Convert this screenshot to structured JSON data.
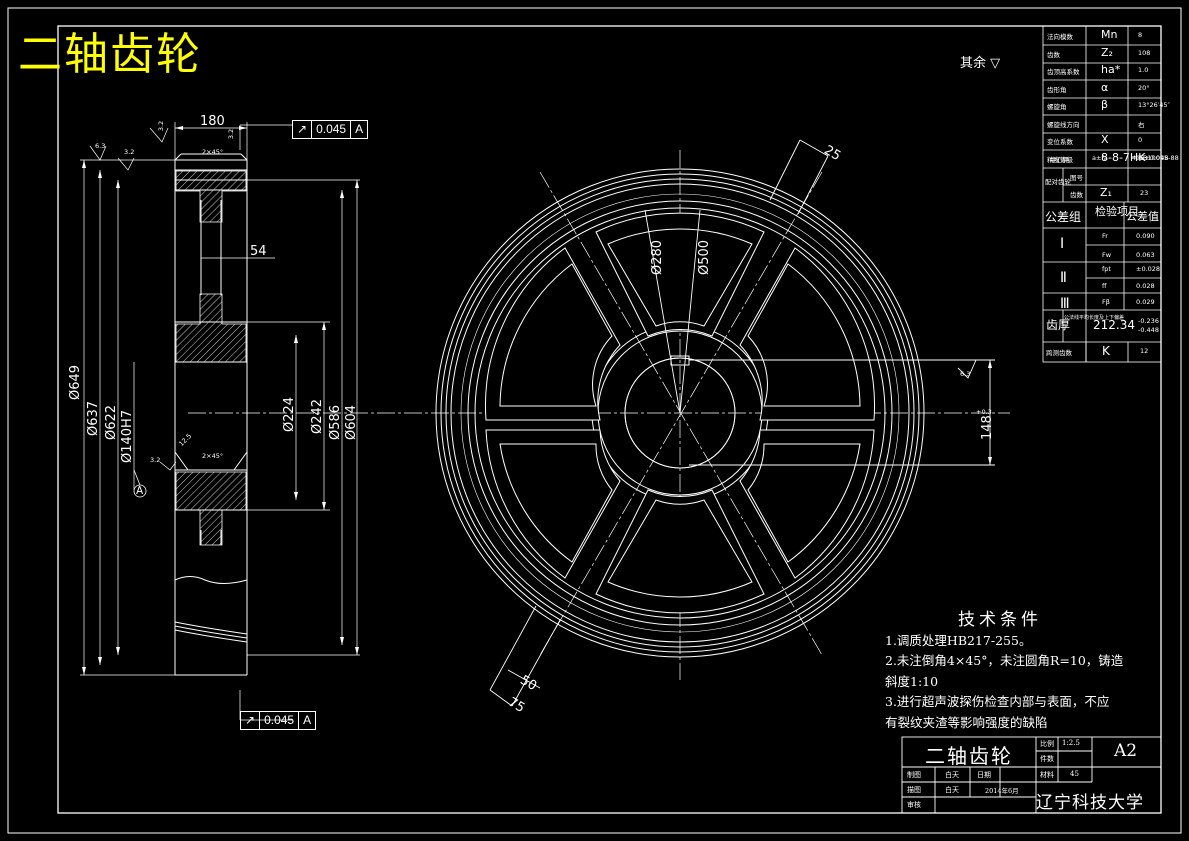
{
  "title": "二轴齿轮",
  "surface_note": "其余",
  "tolerance_top": {
    "value": "0.045",
    "datum": "A"
  },
  "tolerance_bottom": {
    "value": "0.045",
    "datum": "A"
  },
  "side_view_dims": {
    "width": "180",
    "web": "54",
    "d649": "Ø649",
    "d637": "Ø637",
    "d622": "Ø622",
    "d140": "Ø140H7",
    "d224": "Ø224",
    "d242": "Ø242",
    "d586": "Ø586",
    "d604": "Ø604",
    "chamfer_top": "2×45°",
    "chamfer_bottom": "2×45°",
    "rough_a": "6.3",
    "rough_b": "3.2",
    "rough_c": "3.2",
    "rough_d": "3.2",
    "rough_e": "12.5",
    "rough_f": "3.2",
    "datum_label": "A"
  },
  "front_view_dims": {
    "d280": "Ø280",
    "d500": "Ø500",
    "spoke_top": "25",
    "spoke_bottom_inner": "50",
    "spoke_bottom_outer": "75",
    "keyway": "148",
    "keyway_tol": "+0.3",
    "rough_key": "6.3"
  },
  "param_table": {
    "rows": [
      {
        "label": "法向模数",
        "sym": "Mn",
        "val": "8"
      },
      {
        "label": "齿数",
        "sym": "Z₂",
        "val": "108"
      },
      {
        "label": "齿顶高系数",
        "sym": "ha*",
        "val": "1.0"
      },
      {
        "label": "齿形角",
        "sym": "α",
        "val": "20°"
      },
      {
        "label": "螺旋角",
        "sym": "β",
        "val": "13°26′45″"
      },
      {
        "label": "螺旋线方向",
        "sym": "",
        "val": "右"
      },
      {
        "label": "变位系数",
        "sym": "X",
        "val": "0"
      },
      {
        "label": "精度等级",
        "sym": "8-8-7HK",
        "val": "GB10095-88"
      },
      {
        "label": "中心距",
        "sym": "a±fa",
        "val": "406±0.048"
      }
    ],
    "pair_label": "配对齿轮",
    "pair_rows": [
      {
        "label": "图号",
        "sym": "",
        "val": ""
      },
      {
        "label": "齿数",
        "sym": "Z₁",
        "val": "23"
      }
    ],
    "group_header": {
      "c1": "公差组",
      "c2": "检验项目",
      "c3": "公差值"
    },
    "groups": [
      {
        "name": "Ⅰ",
        "items": [
          {
            "sym": "Fr",
            "val": "0.090"
          },
          {
            "sym": "Fw",
            "val": "0.063"
          }
        ]
      },
      {
        "name": "Ⅱ",
        "items": [
          {
            "sym": "fpt",
            "val": "±0.028"
          },
          {
            "sym": "ff",
            "val": "0.028"
          }
        ]
      },
      {
        "name": "Ⅲ",
        "items": [
          {
            "sym": "Fβ",
            "val": "0.029"
          }
        ]
      }
    ],
    "tooth_thick_label": "齿厚",
    "tooth_thick_desc": "公法线平均长度及上下偏差",
    "tooth_thick_val": "212.34",
    "tooth_thick_upper": "-0.236",
    "tooth_thick_lower": "-0.448",
    "span_label": "跨测齿数",
    "span_sym": "K",
    "span_val": "12"
  },
  "tech_req": {
    "heading": "技术条件",
    "lines": [
      "1.调质处理HB217-255。",
      "2.未注倒角4×45°，未注圆角R=10，铸造",
      "斜度1:10",
      "3.进行超声波探伤检查内部与表面，不应",
      "有裂纹夹渣等影响强度的缺陷"
    ]
  },
  "title_block": {
    "name": "二轴齿轮",
    "scale_label": "比例",
    "scale_val": "1:2.5",
    "qty_label": "件数",
    "size": "A2",
    "drawn_label": "制图",
    "drawn_name": "白天",
    "date_label": "日期",
    "material_label": "材料",
    "material_val": "45",
    "check_label": "描图",
    "check_name": "白天",
    "date_val": "2014年6月",
    "review_label": "审核",
    "school": "辽宁科技大学"
  }
}
